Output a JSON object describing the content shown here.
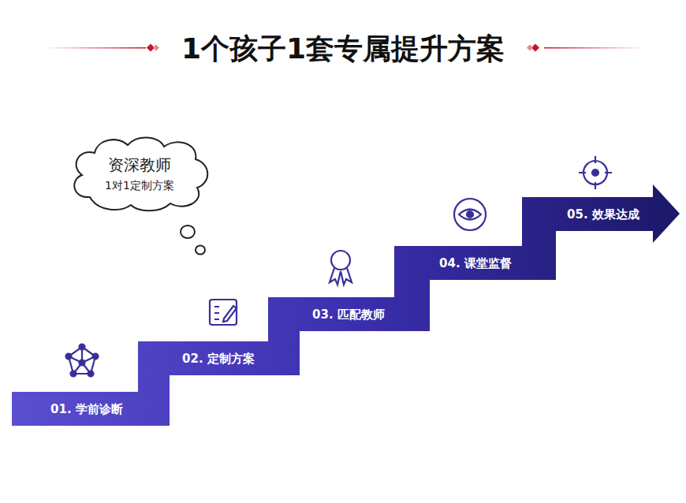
{
  "diagram": {
    "title": "1个孩子1套专属提升方案",
    "nodes": [
      {
        "text": [
          "资深教师",
          "1对1定制方案"
        ]
      },
      {
        "text": [
          "01. 学前诊断"
        ]
      },
      {
        "text": [
          "02. 定制方案"
        ]
      },
      {
        "text": [
          "03. 匹配教师"
        ]
      },
      {
        "text": [
          "04. 课堂监督"
        ]
      },
      {
        "text": [
          "05. 效果达成"
        ]
      }
    ]
  }
}
